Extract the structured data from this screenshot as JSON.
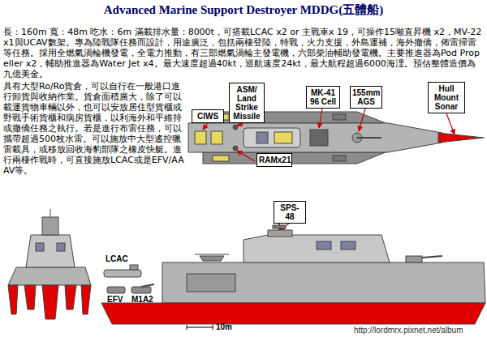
{
  "diagram": {
    "title": "Advanced Marine Support Destroyer MDDG(五體船)",
    "nodes": [
      {
        "text": [
          "CIWS"
        ]
      },
      {
        "text": [
          "ASM/ Land Strike Missile"
        ]
      },
      {
        "text": [
          "MK-41 96 Cell"
        ]
      },
      {
        "text": [
          "155mm AGS"
        ]
      },
      {
        "text": [
          "Hull Mount Sonar"
        ]
      },
      {
        "text": [
          "RAMx21"
        ]
      },
      {
        "text": [
          "SPS-48"
        ]
      }
    ],
    "labels": [
      "長：160m 寬：48m 吃水：6m 滿載排水量：8000t，可搭載LCAC x2 or 主戰車x 19，可操作15噸直昇機 x2，MV-22 x1與UCAV數架。專為陸戰隊任務而設計，用途廣泛，包括兩棲登陸，特戰，火力支援，外島運補，海外撤僑，佈雷掃雷等任務。採用全燃氣渦輪機發電，全電力推動，有三部燃氣渦輪主發電機，六部柴油輔助發電機。主要推進器為Pod Propeller x2，輔助推進器為Water Jet x4。最大速度超過40kt，巡航速度24kt，最大航程超過6000海浬。預估整體造價為九億美金。",
      "具有大型Ro/Ro貨倉，可以自行在一般港口進行卸貨與收納作業。貨倉面積廣大，除了可以載運貨物車輛以外，也可以安放居住型貨櫃或野戰手術貨櫃和病房貨櫃，以利海外和平維持或撤僑任務之執行。若是進行布雷任務，可以攜帶超過500枚水雷。可以施放中大型遙控獵雷載具，或移放回收海豹部隊之橡皮快艇。進行兩棲作戰時，可直接施放LCAC或是EFV/AAAV等。",
      "LCAC",
      "EFV",
      "M1A2",
      "10m",
      "http://lordmrx.pixnet.net/album"
    ]
  }
}
